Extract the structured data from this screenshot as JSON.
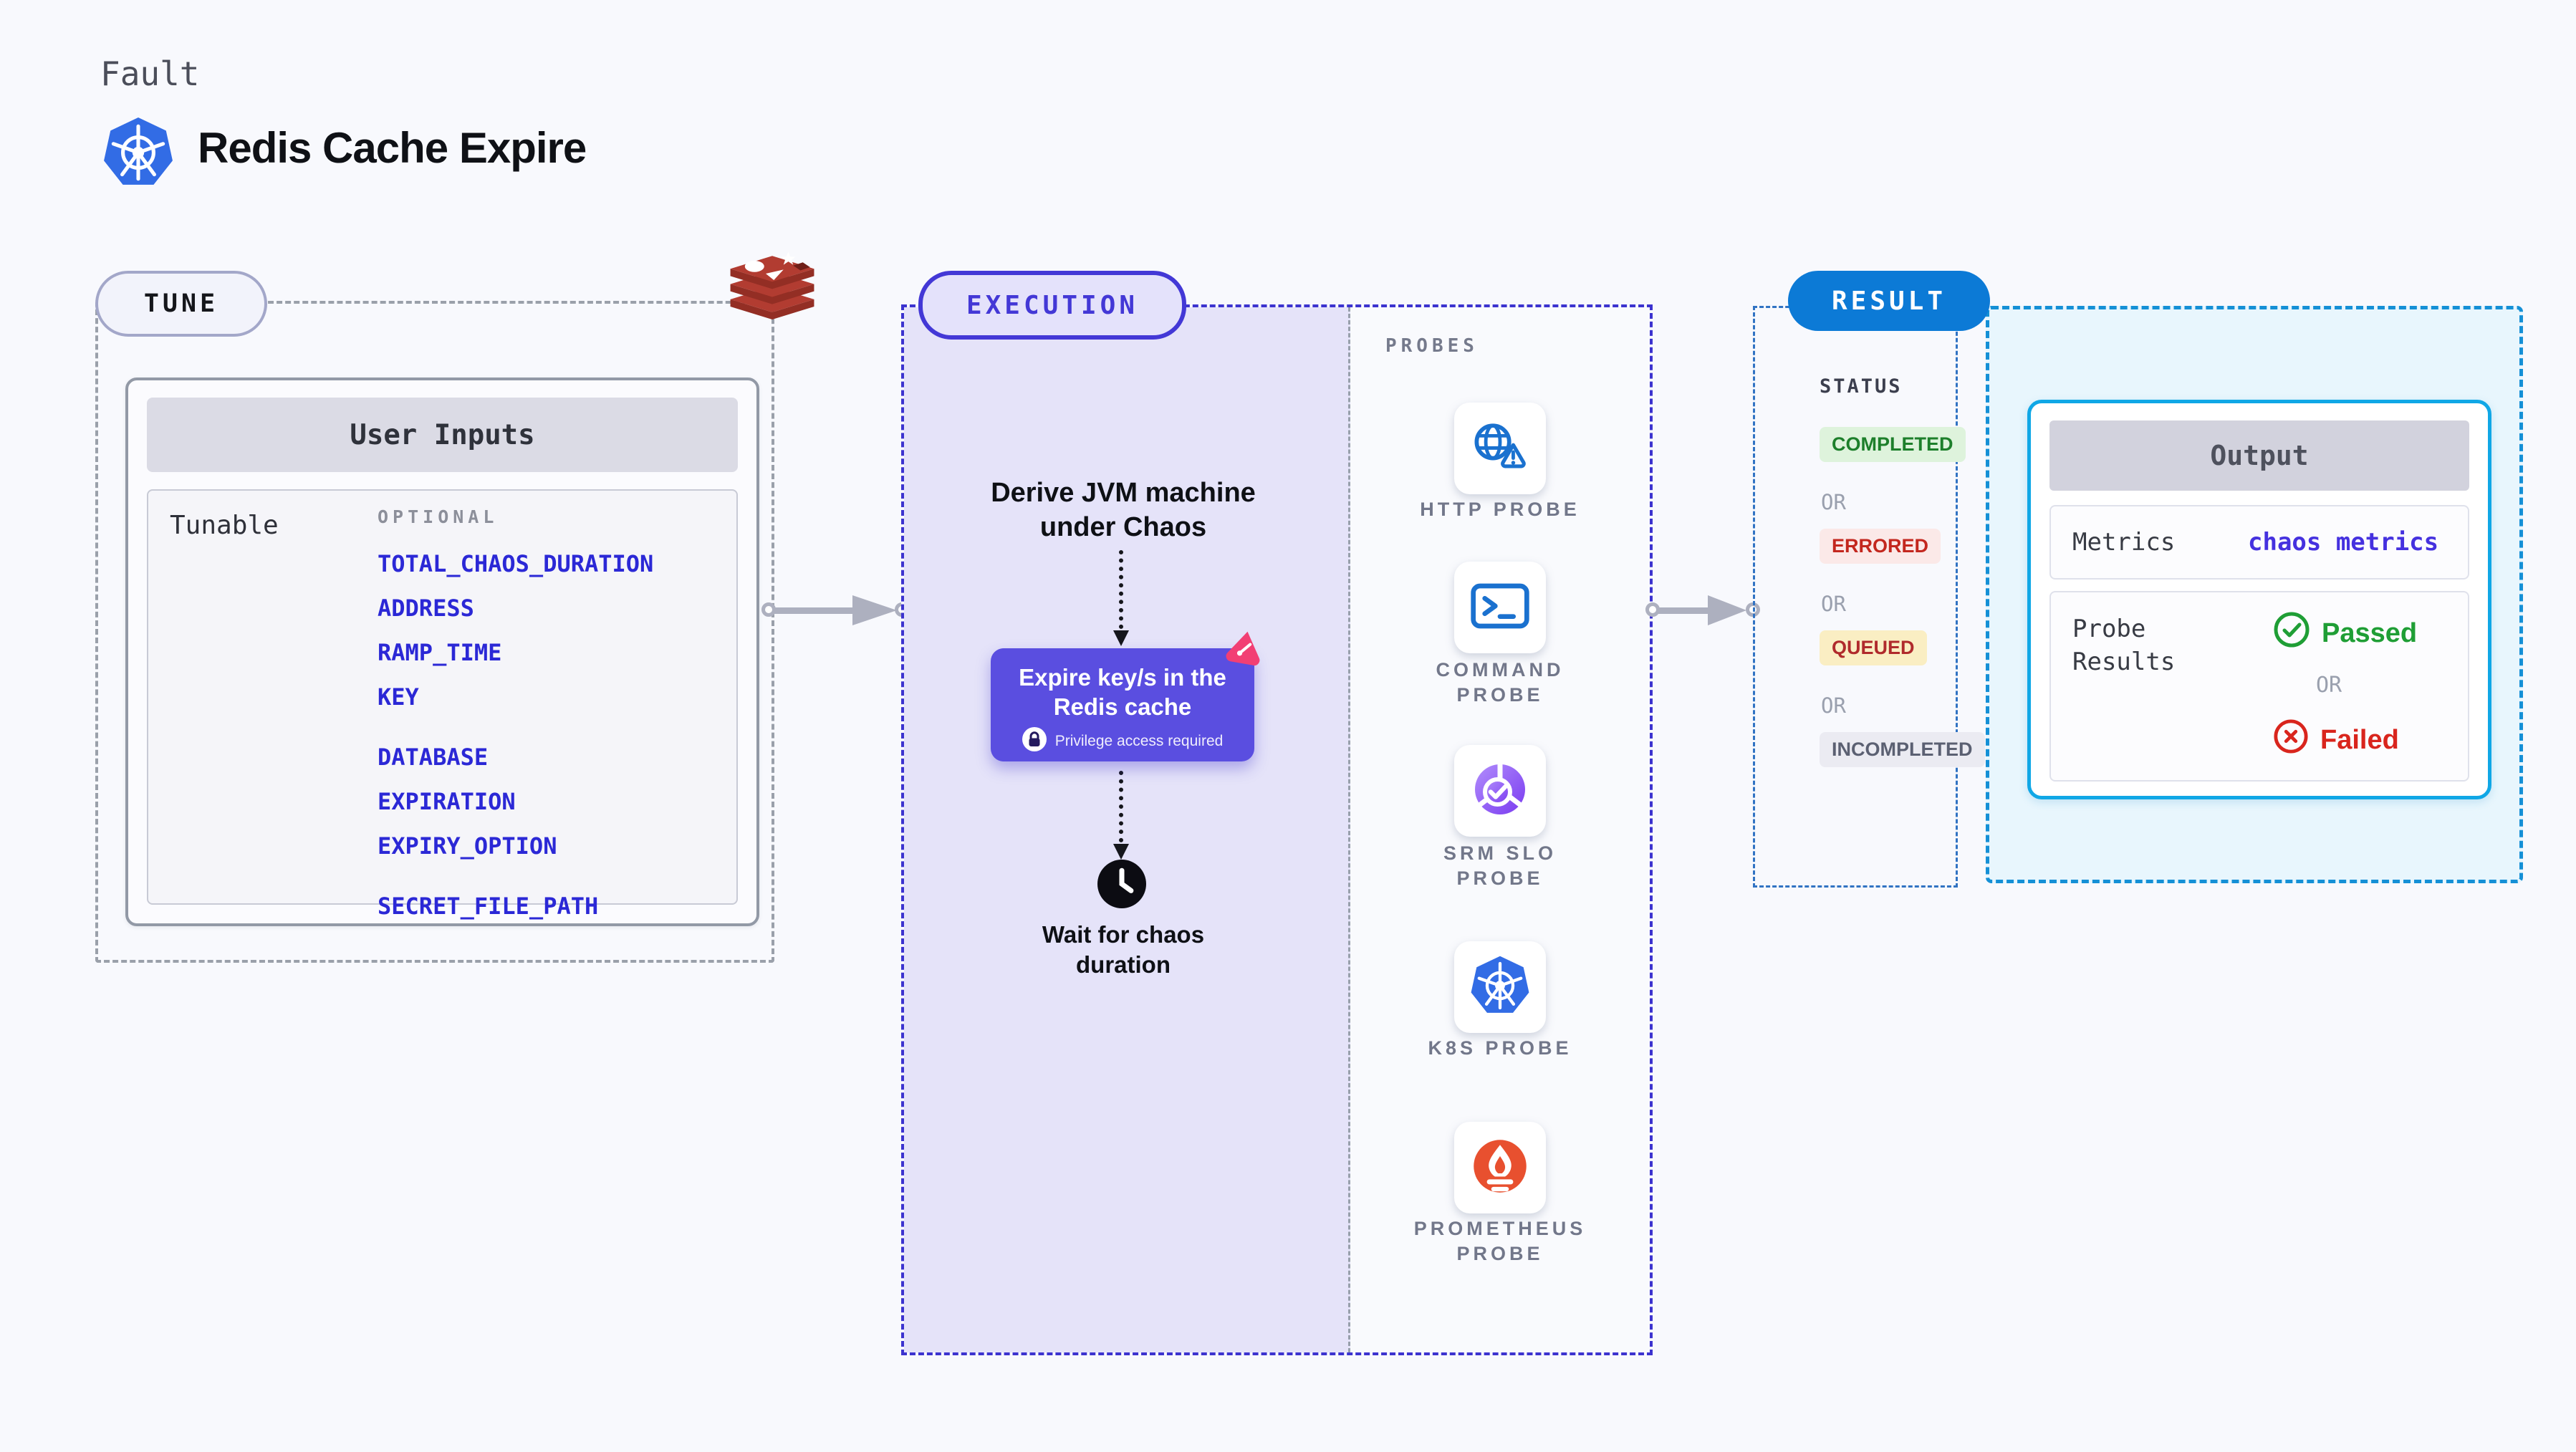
{
  "header": {
    "kicker": "Fault",
    "title": "Redis Cache Expire",
    "title_icon": "kubernetes-icon"
  },
  "tune": {
    "badge": "TUNE",
    "brand_icon": "redis-icon",
    "table_title": "User Inputs",
    "row_label": "Tunable",
    "group_label": "OPTIONAL",
    "params": [
      "TOTAL_CHAOS_DURATION",
      "ADDRESS",
      "RAMP_TIME",
      "KEY",
      "DATABASE",
      "EXPIRATION",
      "EXPIRY_OPTION",
      "SECRET_FILE_PATH"
    ]
  },
  "execution": {
    "badge": "EXECUTION",
    "step1": "Derive JVM machine under Chaos",
    "node_title": "Expire key/s in the Redis cache",
    "node_badge": "Privilege access required",
    "node_icon": "litmus-chaos-icon",
    "wait_step": "Wait for chaos duration",
    "wait_icon": "clock-icon"
  },
  "probes": {
    "label": "PROBES",
    "items": [
      {
        "name": "HTTP PROBE",
        "icon": "globe-alert-icon"
      },
      {
        "name": "COMMAND PROBE",
        "icon": "terminal-icon"
      },
      {
        "name": "SRM SLO PROBE",
        "icon": "slo-gauge-icon"
      },
      {
        "name": "K8S PROBE",
        "icon": "kubernetes-icon"
      },
      {
        "name": "PROMETHEUS PROBE",
        "icon": "prometheus-icon"
      }
    ]
  },
  "result": {
    "badge": "RESULT",
    "status_label": "STATUS",
    "or_label": "OR",
    "statuses": [
      {
        "label": "COMPLETED",
        "bg": "#def3dc",
        "color": "#1d7f2b"
      },
      {
        "label": "ERRORED",
        "bg": "#fbe9e8",
        "color": "#c3271e"
      },
      {
        "label": "QUEUED",
        "bg": "#faeec3",
        "color": "#b02a2c"
      },
      {
        "label": "INCOMPLETED",
        "bg": "#ebebf2",
        "color": "#5b6072"
      }
    ],
    "output": {
      "title": "Output",
      "metrics_label": "Metrics",
      "metrics_value": "chaos metrics",
      "probe_results_label": "Probe Results",
      "passed_label": "Passed",
      "failed_label": "Failed",
      "or_label": "OR"
    }
  },
  "colors": {
    "page_bg": "#f8f9fd",
    "accent_indigo": "#4338d6",
    "node_purple": "#5a4ee0",
    "execution_fill": "#e5e3f9",
    "result_blue": "#0c7ad6",
    "cyan_border": "#10a7e6",
    "cyan_fill": "#e8f6fd",
    "param_blue": "#2b28d6",
    "passed_green": "#1f9e35",
    "failed_red": "#d9251d",
    "arrow_gray": "#adb0bf",
    "litmus_pink": "#f23f74",
    "kubernetes_blue": "#326ce5",
    "redis_red": "#b23c31",
    "prometheus_orange": "#e8502f"
  }
}
